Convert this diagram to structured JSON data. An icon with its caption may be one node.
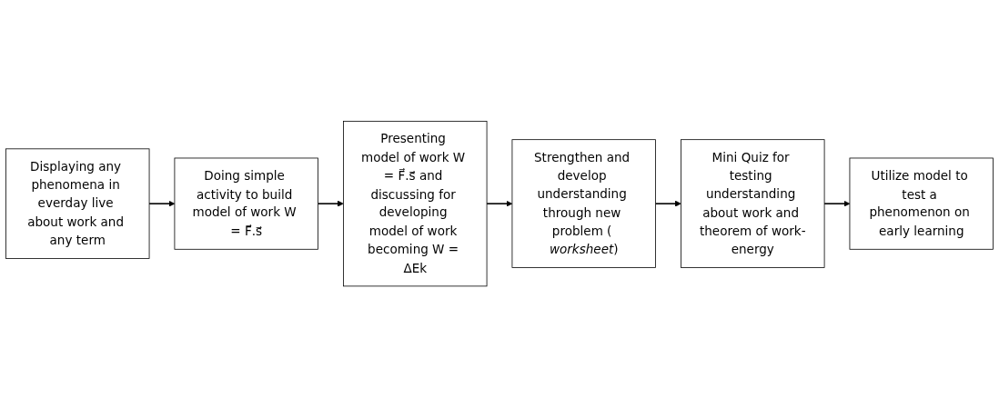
{
  "diagram": {
    "nodes": [
      {
        "text": [
          "Displaying any phenomena in everday live about work and any term"
        ]
      },
      {
        "text": [
          "Doing simple activity to build model of work W = F⃗.s⃗"
        ]
      },
      {
        "text": [
          "Presenting model of work W = F⃗.s⃗ and discussing for developing model of work becoming W = ΔEk"
        ]
      },
      {
        "text": [
          "Strengthen and develop understanding through new problem ( *worksheet*)"
        ]
      },
      {
        "text": [
          "Mini Quiz for testing understanding about work and theorem of work-energy"
        ]
      },
      {
        "text": [
          "Utilize model to test a phenomenon on early learning"
        ]
      }
    ],
    "edges": [
      {
        "from": 0,
        "to": 1,
        "arrow": "to"
      },
      {
        "from": 1,
        "to": 2,
        "arrow": "to"
      },
      {
        "from": 2,
        "to": 3,
        "arrow": "to"
      },
      {
        "from": 3,
        "to": 4,
        "arrow": "to"
      },
      {
        "from": 4,
        "to": 5,
        "arrow": "to"
      }
    ]
  }
}
